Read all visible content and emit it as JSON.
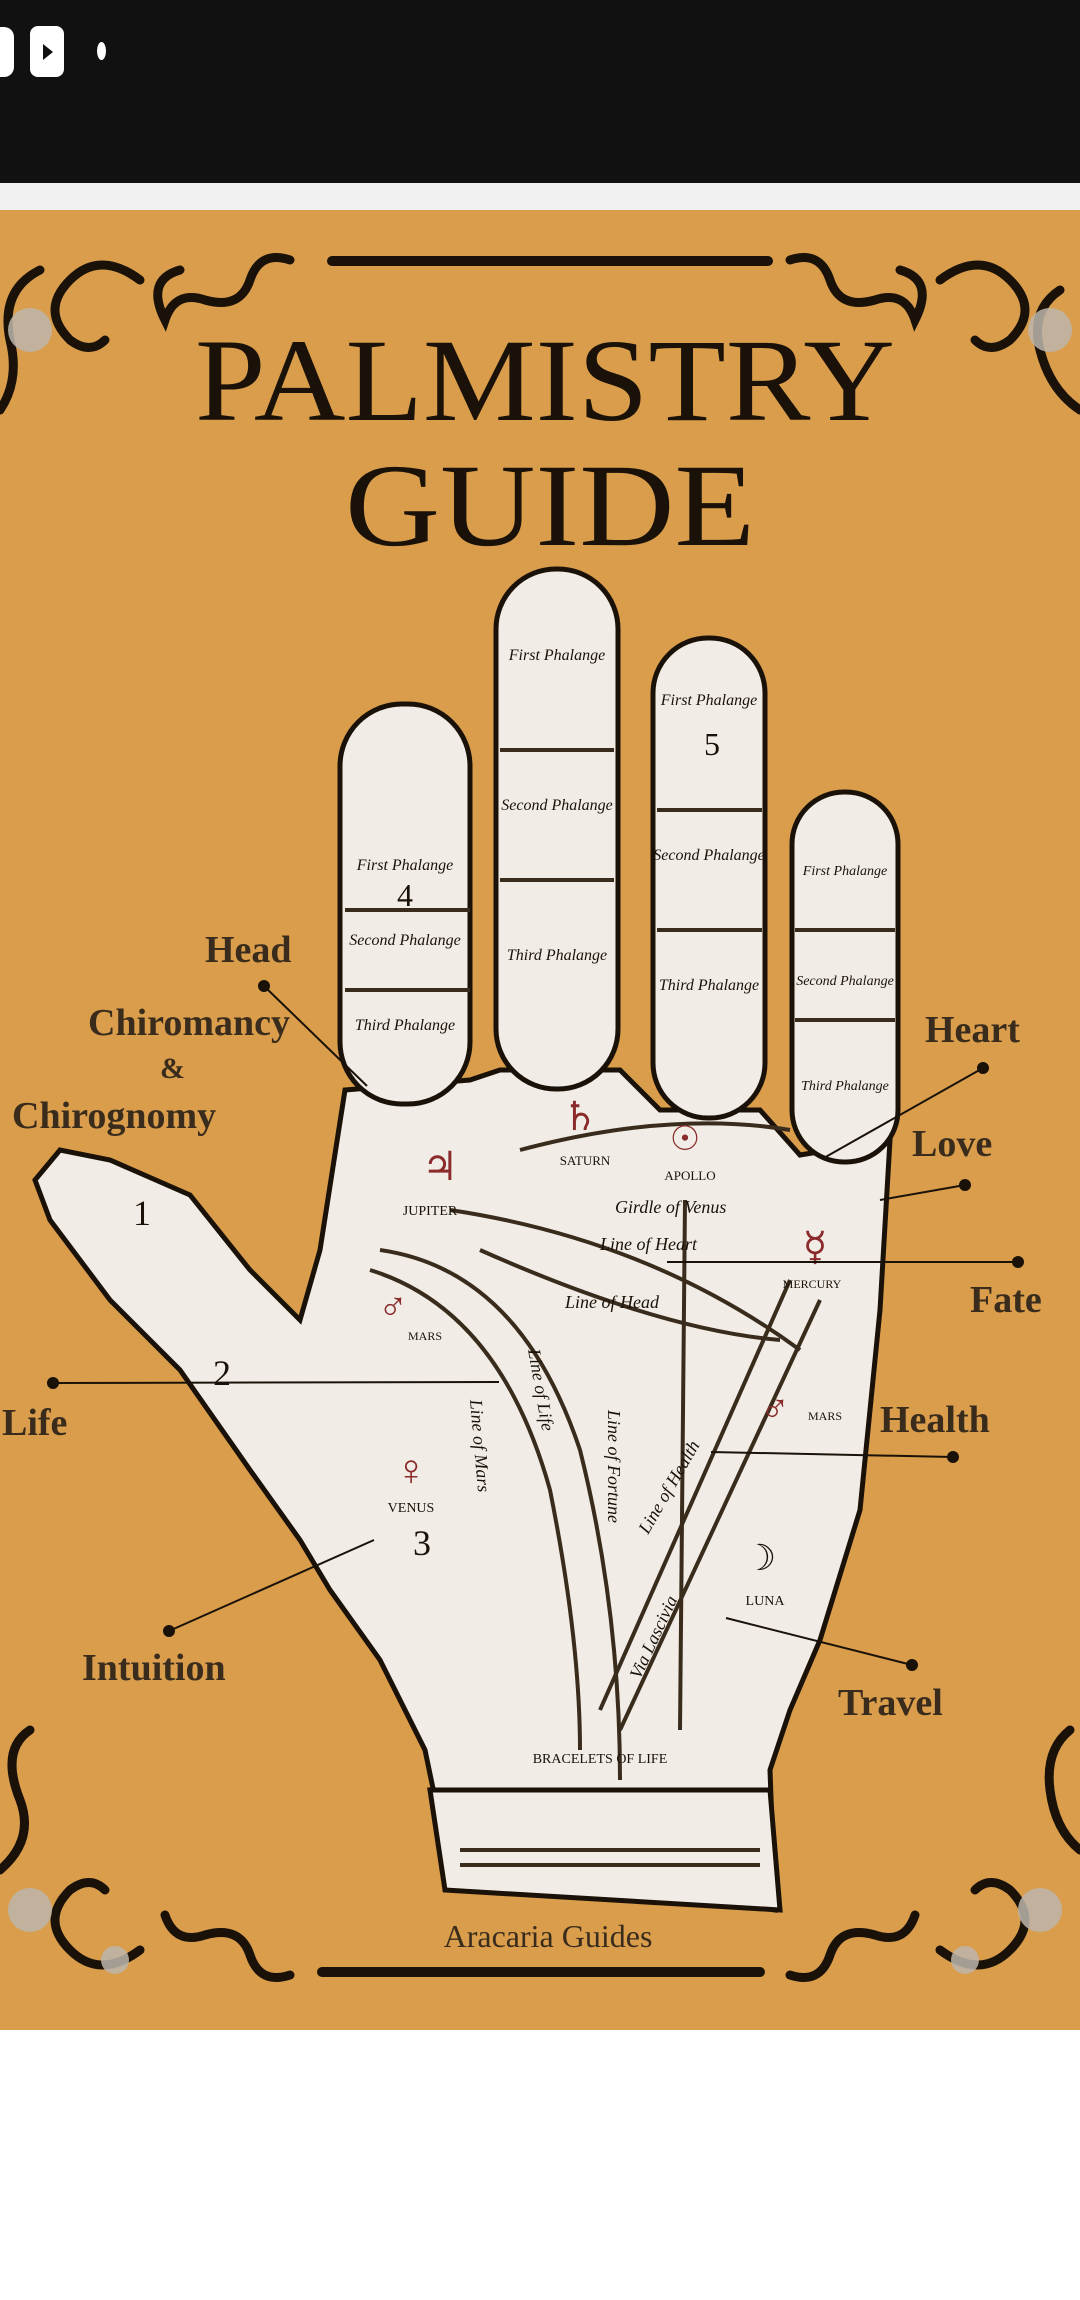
{
  "status_bar": {
    "icons": [
      "notification-icon",
      "youtube-icon",
      "more-notifications-dot-icon"
    ],
    "background": "#111111"
  },
  "poster": {
    "background": "#d99d4b",
    "title_line1": "PALMISTRY",
    "title_line2": "GUIDE",
    "publisher": "Aracaria Guides",
    "callouts": {
      "head": "Head",
      "chiromancy": "Chiromancy",
      "ampersand": "&",
      "chirognomy": "Chirognomy",
      "heart": "Heart",
      "love": "Love",
      "fate": "Fate",
      "health": "Health",
      "life": "Life",
      "intuition": "Intuition",
      "travel": "Travel"
    },
    "fingers": {
      "index_number": "4",
      "ring_number": "5",
      "first_phalange": "First Phalange",
      "second_phalange": "Second Phalange",
      "third_phalange": "Third Phalange"
    },
    "mounts": {
      "jupiter": "JUPITER",
      "saturn": "SATURN",
      "apollo": "APOLLO",
      "mercury": "MERCURY",
      "mars": "MARS",
      "venus": "VENUS",
      "luna": "LUNA",
      "thumb_1": "1",
      "thumb_2": "2",
      "venus_3": "3",
      "jupiter_symbol": "♃",
      "saturn_symbol": "♄",
      "apollo_symbol": "☉",
      "mercury_symbol": "☿",
      "mars_symbol": "♂",
      "venus_symbol": "♀",
      "luna_symbol": "☽"
    },
    "lines": {
      "girdle_of_venus": "Girdle of Venus",
      "line_of_heart": "Line of Heart",
      "line_of_head": "Line of Head",
      "line_of_life": "Line of Life",
      "line_of_mars": "Line of Mars",
      "line_of_fortune": "Line of Fortune",
      "line_of_health": "Line of Health",
      "via_lascivia": "Via Lascivia",
      "bracelets": "BRACELETS OF LIFE"
    }
  }
}
